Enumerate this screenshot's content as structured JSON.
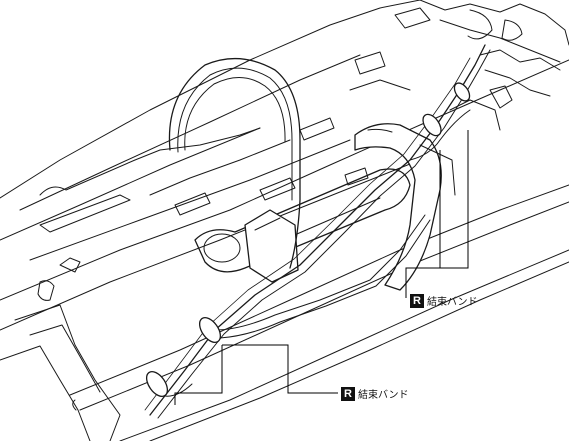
{
  "callouts": [
    {
      "badge": "R",
      "label": "結束バンド"
    },
    {
      "badge": "R",
      "label": "結束バンド"
    }
  ]
}
